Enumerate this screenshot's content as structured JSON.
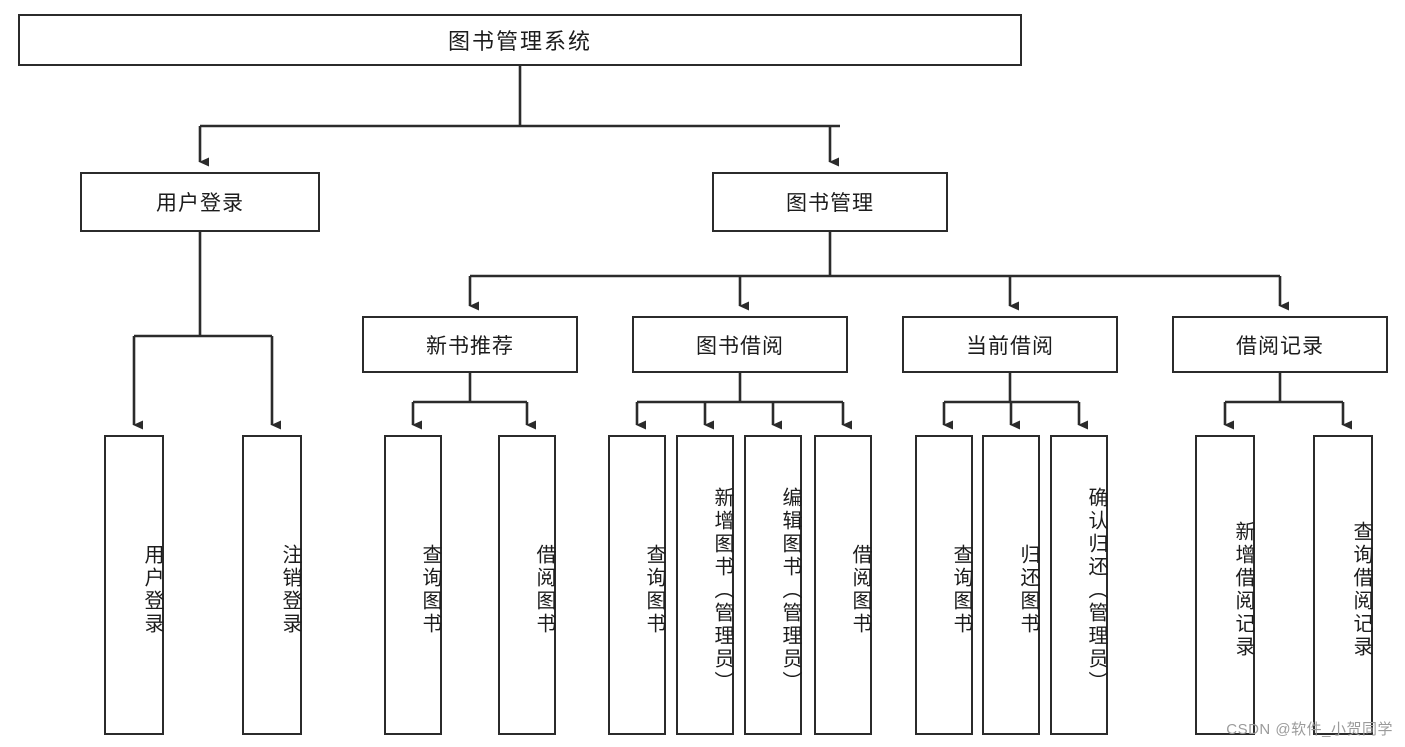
{
  "diagram": {
    "type": "hierarchy-tree",
    "title_node": {
      "label": "图书管理系统"
    },
    "level2": [
      {
        "id": "user-login",
        "label": "用户登录"
      },
      {
        "id": "book-management",
        "label": "图书管理"
      }
    ],
    "level3": [
      {
        "id": "new-book-recommend",
        "label": "新书推荐"
      },
      {
        "id": "book-borrow",
        "label": "图书借阅"
      },
      {
        "id": "current-borrow",
        "label": "当前借阅"
      },
      {
        "id": "borrow-record",
        "label": "借阅记录"
      }
    ],
    "leaves": {
      "user_login": [
        {
          "id": "leaf-user-login",
          "label": "用户登录"
        },
        {
          "id": "leaf-logout-login",
          "label": "注销登录"
        }
      ],
      "new_book_recommend": [
        {
          "id": "leaf-query-book-1",
          "label": "查询图书"
        },
        {
          "id": "leaf-borrow-book-1",
          "label": "借阅图书"
        }
      ],
      "book_borrow": [
        {
          "id": "leaf-query-book-2",
          "label": "查询图书"
        },
        {
          "id": "leaf-add-book",
          "label": "新增图书（管理员）"
        },
        {
          "id": "leaf-edit-book",
          "label": "编辑图书（管理员）"
        },
        {
          "id": "leaf-borrow-book-2",
          "label": "借阅图书"
        }
      ],
      "current_borrow": [
        {
          "id": "leaf-query-book-3",
          "label": "查询图书"
        },
        {
          "id": "leaf-return-book",
          "label": "归还图书"
        },
        {
          "id": "leaf-confirm-return",
          "label": "确认归还（管理员）"
        }
      ],
      "borrow_record": [
        {
          "id": "leaf-add-record",
          "label": "新增借阅记录"
        },
        {
          "id": "leaf-query-record",
          "label": "查询借阅记录"
        }
      ]
    }
  },
  "watermark": {
    "text": "CSDN @软件_小贺同学"
  },
  "colors": {
    "stroke": "#2b2b2b",
    "fill": "#ffffff",
    "text": "#1c1c1c",
    "watermark": "#9b9b9b"
  }
}
